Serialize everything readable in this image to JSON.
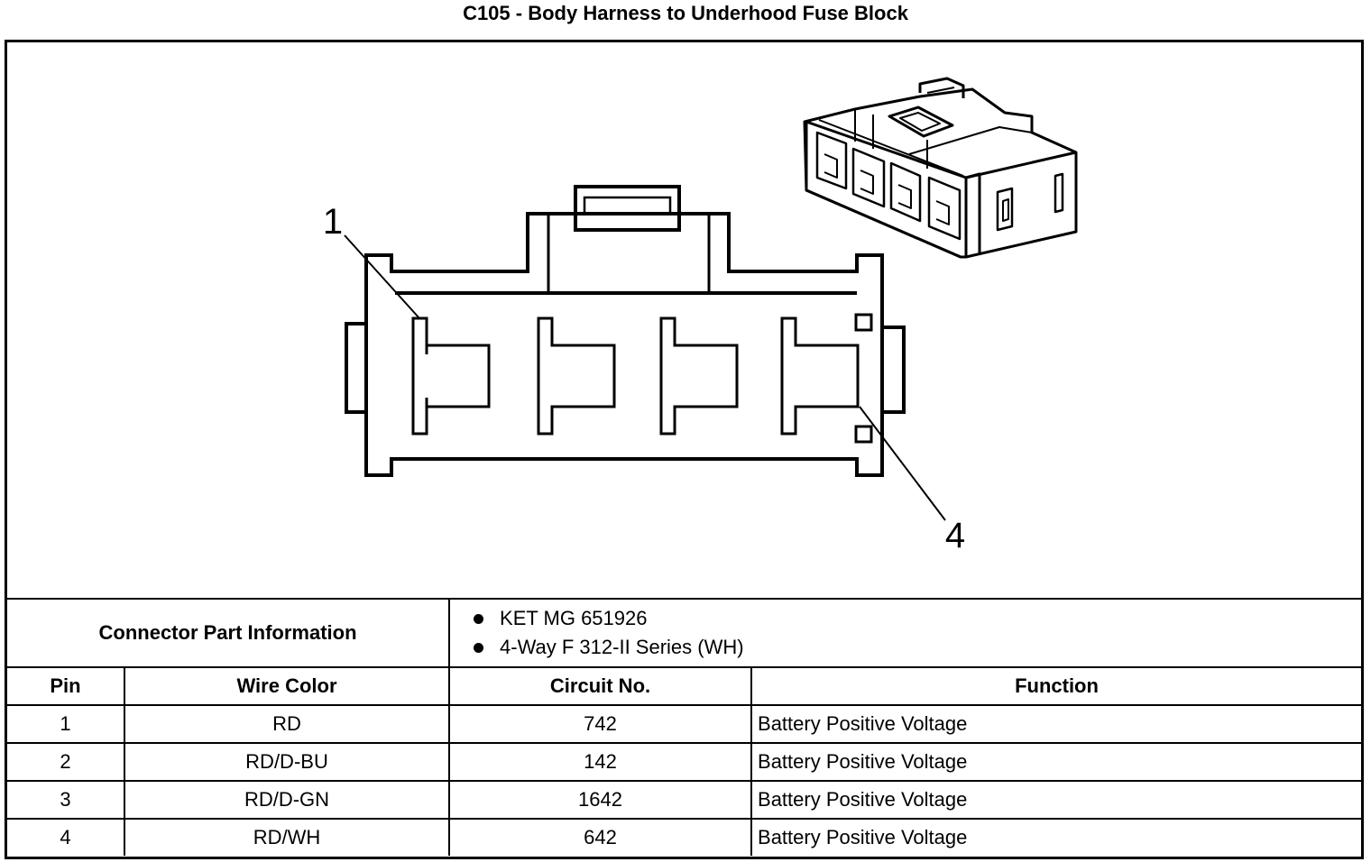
{
  "title": "C105 - Body Harness to Underhood Fuse Block",
  "diagram": {
    "pin_label_first": "1",
    "pin_label_last": "4"
  },
  "connector_info": {
    "label": "Connector Part Information",
    "items": [
      "KET MG 651926",
      "4-Way F 312-II Series (WH)"
    ]
  },
  "table": {
    "headers": [
      "Pin",
      "Wire Color",
      "Circuit No.",
      "Function"
    ],
    "rows": [
      {
        "pin": "1",
        "wire_color": "RD",
        "circuit": "742",
        "function": "Battery Positive Voltage"
      },
      {
        "pin": "2",
        "wire_color": "RD/D-BU",
        "circuit": "142",
        "function": "Battery Positive Voltage"
      },
      {
        "pin": "3",
        "wire_color": "RD/D-GN",
        "circuit": "1642",
        "function": "Battery Positive Voltage"
      },
      {
        "pin": "4",
        "wire_color": "RD/WH",
        "circuit": "642",
        "function": "Battery Positive Voltage"
      }
    ]
  }
}
